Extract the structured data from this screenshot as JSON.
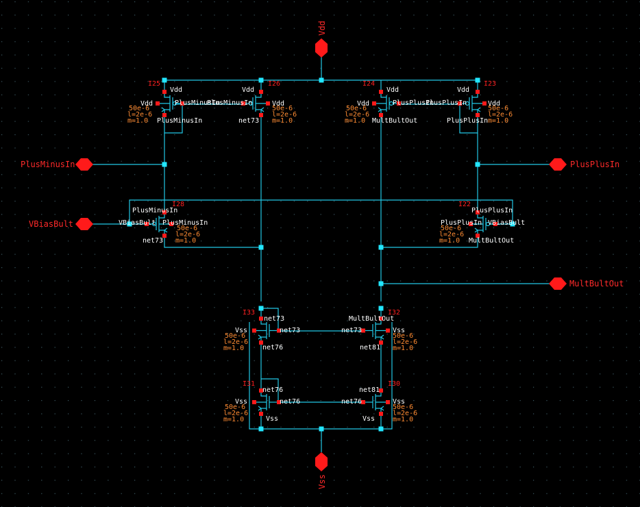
{
  "colors": {
    "background": "#000000",
    "grid_dot": "#3c5a64",
    "wire": "#22c8e6",
    "pin": "#ff1a1a",
    "pin_text": "#ff2a2a",
    "instance_label": "#ff2020",
    "param_text": "#ff8c33",
    "terminal_text": "#ffffff",
    "device": "#22c8e6",
    "junction": "#22e6ff"
  },
  "pins": {
    "vdd": "Vdd",
    "vss": "Vss",
    "plus_minus_in": "PlusMinusIn",
    "plus_plus_in": "PlusPlusIn",
    "vbias": "VBiasBult",
    "mult_out": "MultBultOut"
  },
  "instances": {
    "i25": {
      "name": "I25",
      "body": "Vdd",
      "source": "Vdd",
      "gate": "PlusMinusIn",
      "drain": "PlusMinusIn",
      "w": "50e-6",
      "l": "l=2e-6",
      "m": "m=1.0"
    },
    "i26": {
      "name": "I26",
      "body": "Vdd",
      "source": "Vdd",
      "gate": "PlusMinusIn",
      "drain": "net73",
      "w": "50e-6",
      "l": "l=2e-6",
      "m": "m=1.0"
    },
    "i24": {
      "name": "I24",
      "body": "Vdd",
      "source": "Vdd",
      "gate": "PlusPlusIn",
      "drain": "MultBultOut",
      "w": "50e-6",
      "l": "l=2e-6",
      "m": "m=1.0"
    },
    "i23": {
      "name": "I23",
      "body": "Vdd",
      "source": "Vdd",
      "gate": "PlusPlusIn",
      "drain": "PlusPlusIn",
      "w": "50e-6",
      "l": "l=2e-6",
      "m": "m=1.0"
    },
    "i28": {
      "name": "I28",
      "body": "PlusMinusIn",
      "source": "PlusMinusIn",
      "gate": "VBiasBult",
      "drain": "net73",
      "w": "50e-6",
      "l": "l=2e-6",
      "m": "m=1.0"
    },
    "i22": {
      "name": "I22",
      "body": "PlusPlusIn",
      "source": "PlusPlusIn",
      "gate": "VBiasBult",
      "drain": "MultBultOut",
      "w": "50e-6",
      "l": "l=2e-6",
      "m": "m=1.0"
    },
    "i33": {
      "name": "I33",
      "body": "Vss",
      "top": "net73",
      "gate": "net73",
      "bottom": "net76",
      "w": "50e-6",
      "l": "l=2e-6",
      "m": "m=1.0"
    },
    "i32": {
      "name": "I32",
      "body": "Vss",
      "top": "MultBultOut",
      "gate": "net73",
      "bottom": "net81",
      "w": "50e-6",
      "l": "l=2e-6",
      "m": "m=1.0"
    },
    "i31": {
      "name": "I31",
      "body": "Vss",
      "top": "net76",
      "gate": "net76",
      "bottom": "Vss",
      "w": "50e-6",
      "l": "l=2e-6",
      "m": "m=1.0"
    },
    "i30": {
      "name": "I30",
      "body": "Vss",
      "top": "net81",
      "gate": "net76",
      "bottom": "Vss",
      "w": "50e-6",
      "l": "l=2e-6",
      "m": "m=1.0"
    }
  }
}
